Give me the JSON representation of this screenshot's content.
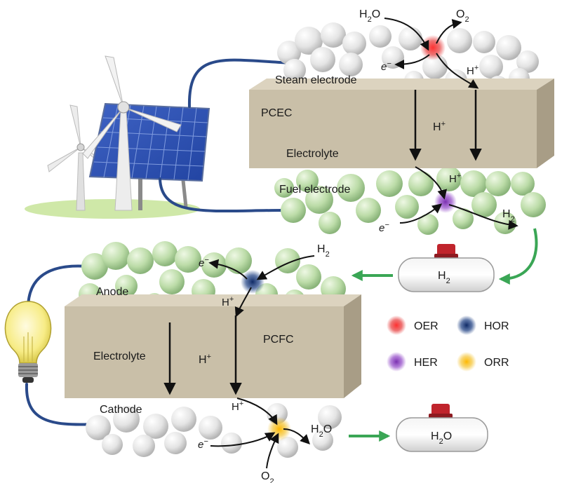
{
  "pcec": {
    "steam_electrode": "Steam electrode",
    "block_label": "PCEC",
    "proton": "H+",
    "electrolyte": "Electrolyte",
    "fuel_electrode": "Fuel electrode",
    "h2o_in": "H2O",
    "o2_out": "O2",
    "electron_top": "e−",
    "proton_top": "H+",
    "proton_bottom": "H+",
    "electron_bottom": "e−",
    "h2_out": "H2"
  },
  "pcfc": {
    "anode": "Anode",
    "block_label": "PCFC",
    "electrolyte": "Electrolyte",
    "proton": "H+",
    "cathode": "Cathode",
    "electron_anode": "e−",
    "h2_in": "H2",
    "proton_anode": "H+",
    "proton_cathode": "H+",
    "electron_cathode": "e−",
    "h2o_out": "H2O",
    "o2_in": "O2"
  },
  "tanks": {
    "h2_label": "H2",
    "h2o_label": "H2O"
  },
  "legend": [
    {
      "label": "OER",
      "color": "#e83a3a"
    },
    {
      "label": "HOR",
      "color": "#1f3d7a"
    },
    {
      "label": "HER",
      "color": "#8a3fbf"
    },
    {
      "label": "ORR",
      "color": "#f2b417"
    }
  ],
  "colors": {
    "block": "#c9bfa8",
    "wire": "#2a4a8a",
    "flow_arrow": "#3aa655",
    "particles_white": "#e6e6e6",
    "particles_green": "#bcdca8"
  }
}
